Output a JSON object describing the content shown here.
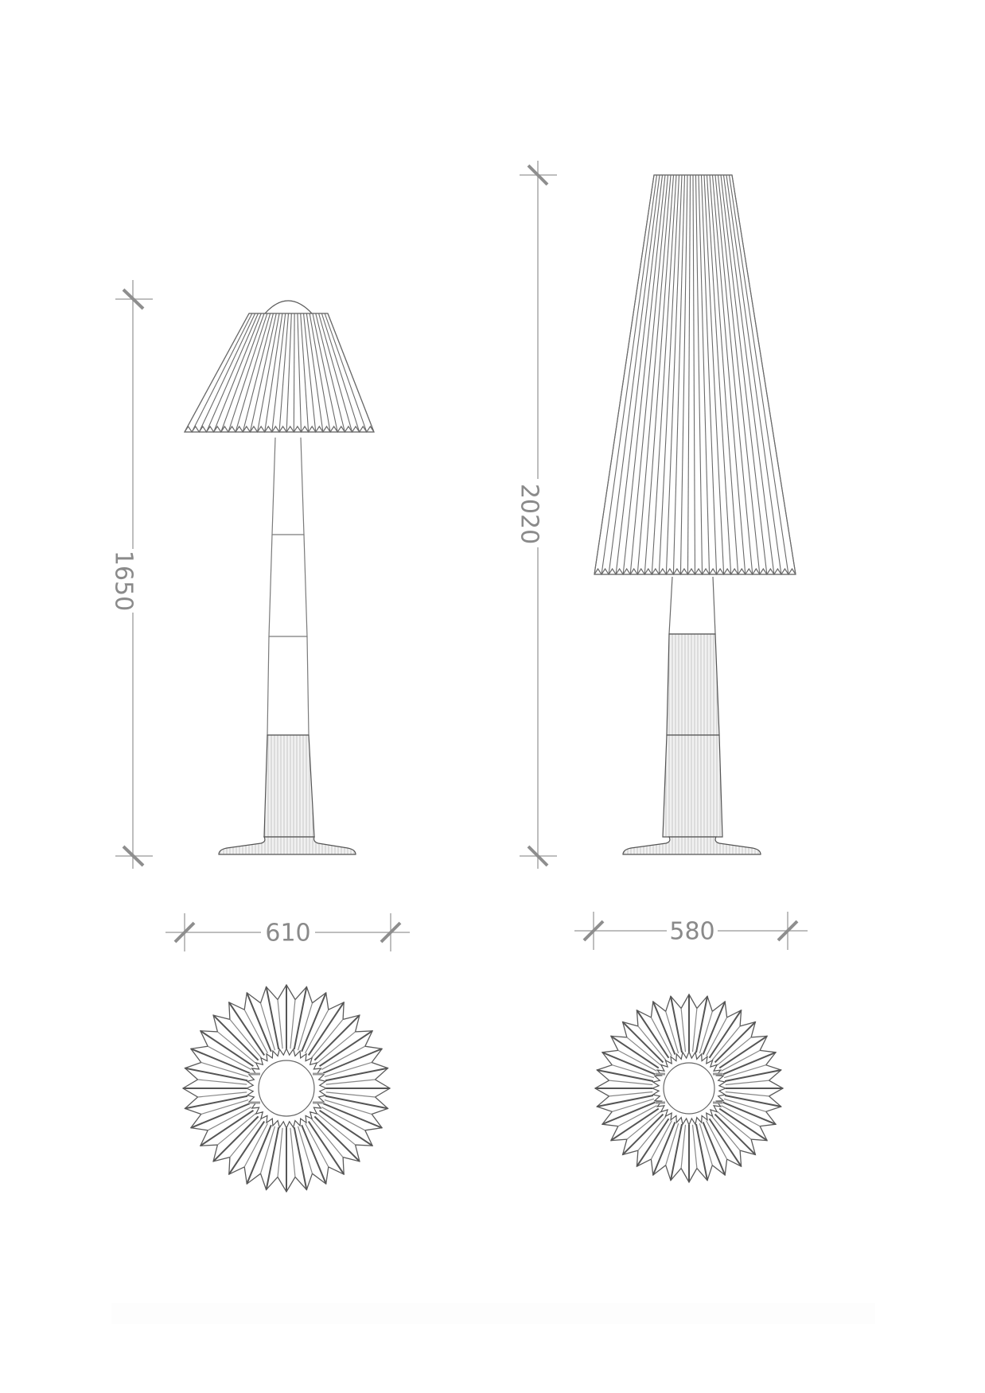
{
  "drawing": {
    "title": "Pleated floor lamp dimension drawing",
    "units": "mm",
    "line_color": "#5a5a5a",
    "dimension_color": "#a8a8a8",
    "dimension_text_color": "#8a8a8a",
    "fill_color": "#eeeeee"
  },
  "lamps": [
    {
      "name": "short-lamp",
      "height_label": "1650",
      "width_label": "610",
      "shade": "conical pleated shade with dome cap",
      "top_view_pleats": 32
    },
    {
      "name": "tall-lamp",
      "height_label": "2020",
      "width_label": "580",
      "shade": "tall tapered pleated shade",
      "top_view_pleats": 32
    }
  ]
}
